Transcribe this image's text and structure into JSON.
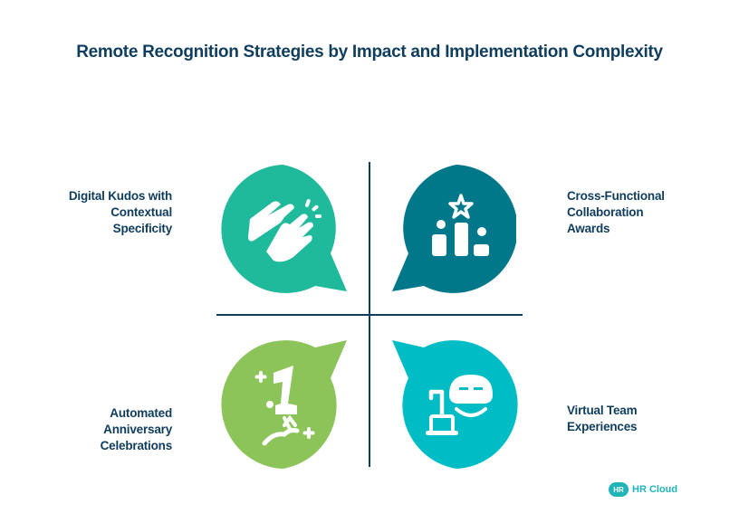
{
  "title": "Remote Recognition Strategies by Impact and Implementation Complexity",
  "colors": {
    "title": "#0f3d5e",
    "axis": "#0f3d5e",
    "q1": "#1fb99b",
    "q2": "#00788a",
    "q3": "#8cc45a",
    "q4": "#00bcc4",
    "logo": "#1fb5b8"
  },
  "quadrants": [
    {
      "position": "top-left",
      "label_lines": [
        "Digital Kudos with",
        "Contextual",
        "Specificity"
      ],
      "icon": "clapping-hands-icon",
      "color": "#1fb99b"
    },
    {
      "position": "top-right",
      "label_lines": [
        "Cross-Functional",
        "Collaboration",
        "Awards"
      ],
      "icon": "podium-star-icon",
      "color": "#00788a"
    },
    {
      "position": "bottom-left",
      "label_lines": [
        "Automated",
        "Anniversary",
        "Celebrations"
      ],
      "icon": "anniversary-number-one-icon",
      "color": "#8cc45a"
    },
    {
      "position": "bottom-right",
      "label_lines": [
        "Virtual Team",
        "Experiences"
      ],
      "icon": "vr-headset-laptop-icon",
      "color": "#00bcc4"
    }
  ],
  "logo": {
    "badge": "HR",
    "text": "HR Cloud"
  }
}
